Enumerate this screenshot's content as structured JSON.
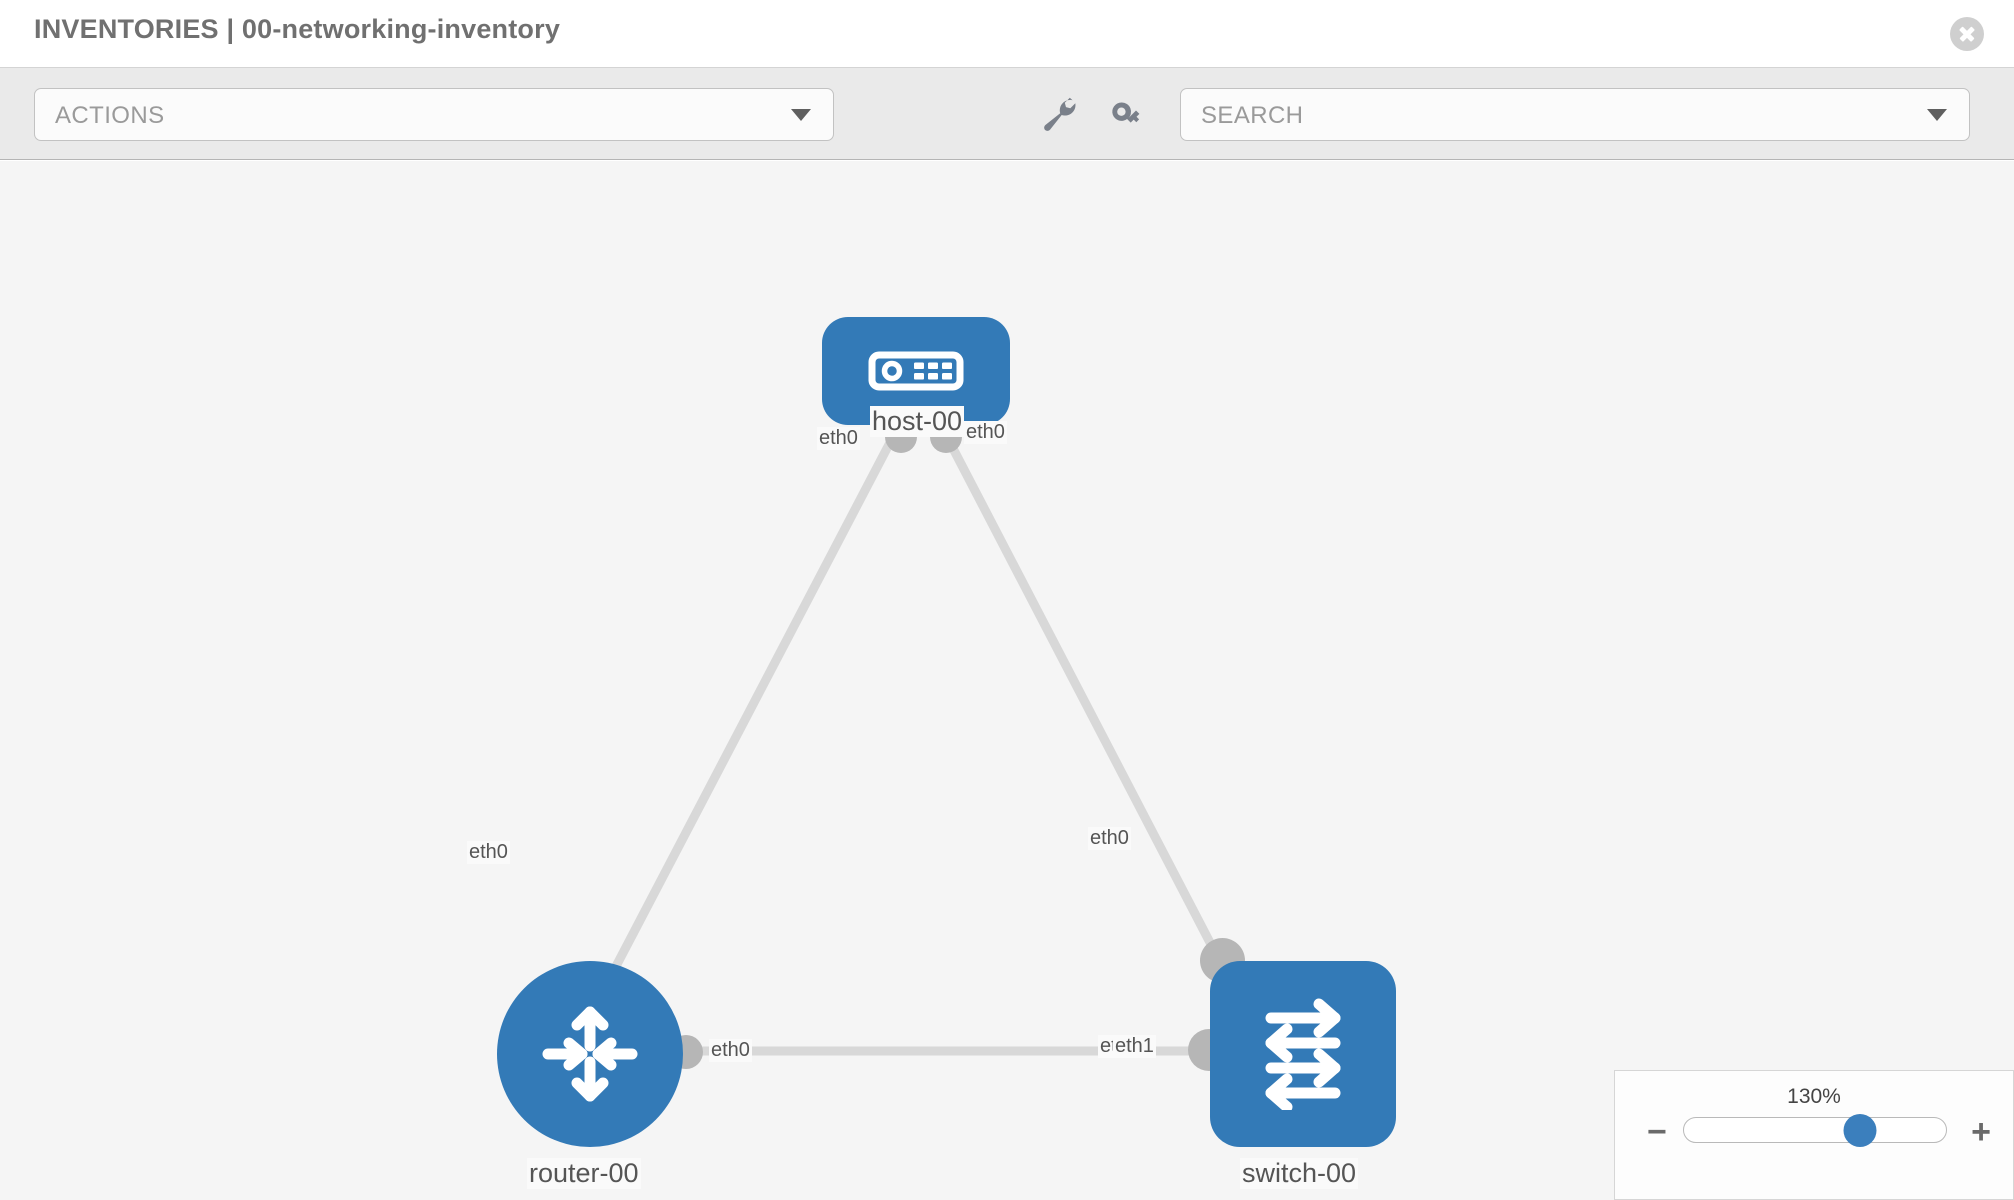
{
  "header": {
    "title": "INVENTORIES | 00-networking-inventory",
    "close_icon": "close-circle-icon"
  },
  "toolbar": {
    "actions_label": "ACTIONS",
    "actions_caret_icon": "chevron-down-icon",
    "wrench_icon": "wrench-icon",
    "key_icon": "key-icon",
    "search_placeholder": "SEARCH",
    "search_caret_icon": "chevron-down-icon"
  },
  "topology": {
    "nodes": [
      {
        "id": "host-00",
        "label": "host-00",
        "icon": "server-icon",
        "shape": "rounded-rect",
        "color": "#337ab7"
      },
      {
        "id": "router-00",
        "label": "router-00",
        "icon": "router-arrows-icon",
        "shape": "circle",
        "color": "#337ab7"
      },
      {
        "id": "switch-00",
        "label": "switch-00",
        "icon": "switch-arrows-icon",
        "shape": "rounded-square",
        "color": "#337ab7"
      }
    ],
    "interfaces": [
      {
        "id": "host-left",
        "label": "eth0"
      },
      {
        "id": "host-right",
        "label": "eth0"
      },
      {
        "id": "router-up",
        "label": "eth0"
      },
      {
        "id": "switch-up",
        "label": "eth0"
      },
      {
        "id": "router-right",
        "label": "eth0"
      },
      {
        "id": "switch-left-a",
        "label": "eth0"
      },
      {
        "id": "switch-left-b",
        "label": "eth1"
      }
    ],
    "links": [
      {
        "from": "host-00",
        "to": "router-00"
      },
      {
        "from": "host-00",
        "to": "switch-00"
      },
      {
        "from": "router-00",
        "to": "switch-00"
      }
    ],
    "link_color": "#d8d8d8",
    "connector_color": "#b6b6b6"
  },
  "zoom_control": {
    "value_label": "130%",
    "minus_label": "−",
    "plus_label": "+",
    "slider_percent": 67
  }
}
